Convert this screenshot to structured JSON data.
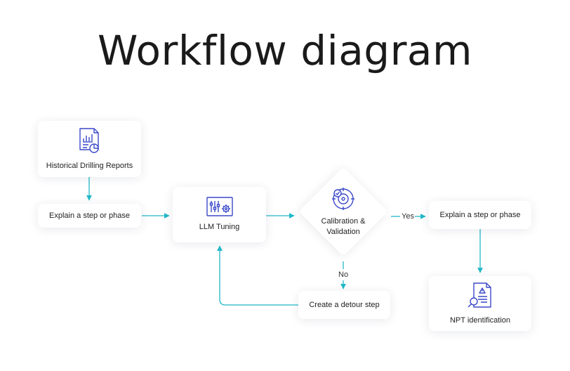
{
  "title": "Workflow diagram",
  "colors": {
    "arrow": "#22b8c8",
    "icon": "#3b49c9",
    "text": "#222222"
  },
  "nodes": {
    "historical_reports": {
      "label": "Historical Drilling Reports",
      "icon": "report-chart-icon"
    },
    "explain_step_1": {
      "label": "Explain a step or phase"
    },
    "llm_tuning": {
      "label": "LLM Tuning",
      "icon": "tuning-sliders-gear-icon"
    },
    "calibration": {
      "label_line1": "Calibration &",
      "label_line2": "Validation",
      "icon": "target-check-icon"
    },
    "explain_step_2": {
      "label": "Explain a step or phase"
    },
    "detour": {
      "label": "Create a detour step"
    },
    "npt": {
      "label": "NPT identification",
      "icon": "document-warning-search-icon"
    }
  },
  "edges": {
    "yes_label": "Yes",
    "no_label": "No"
  }
}
